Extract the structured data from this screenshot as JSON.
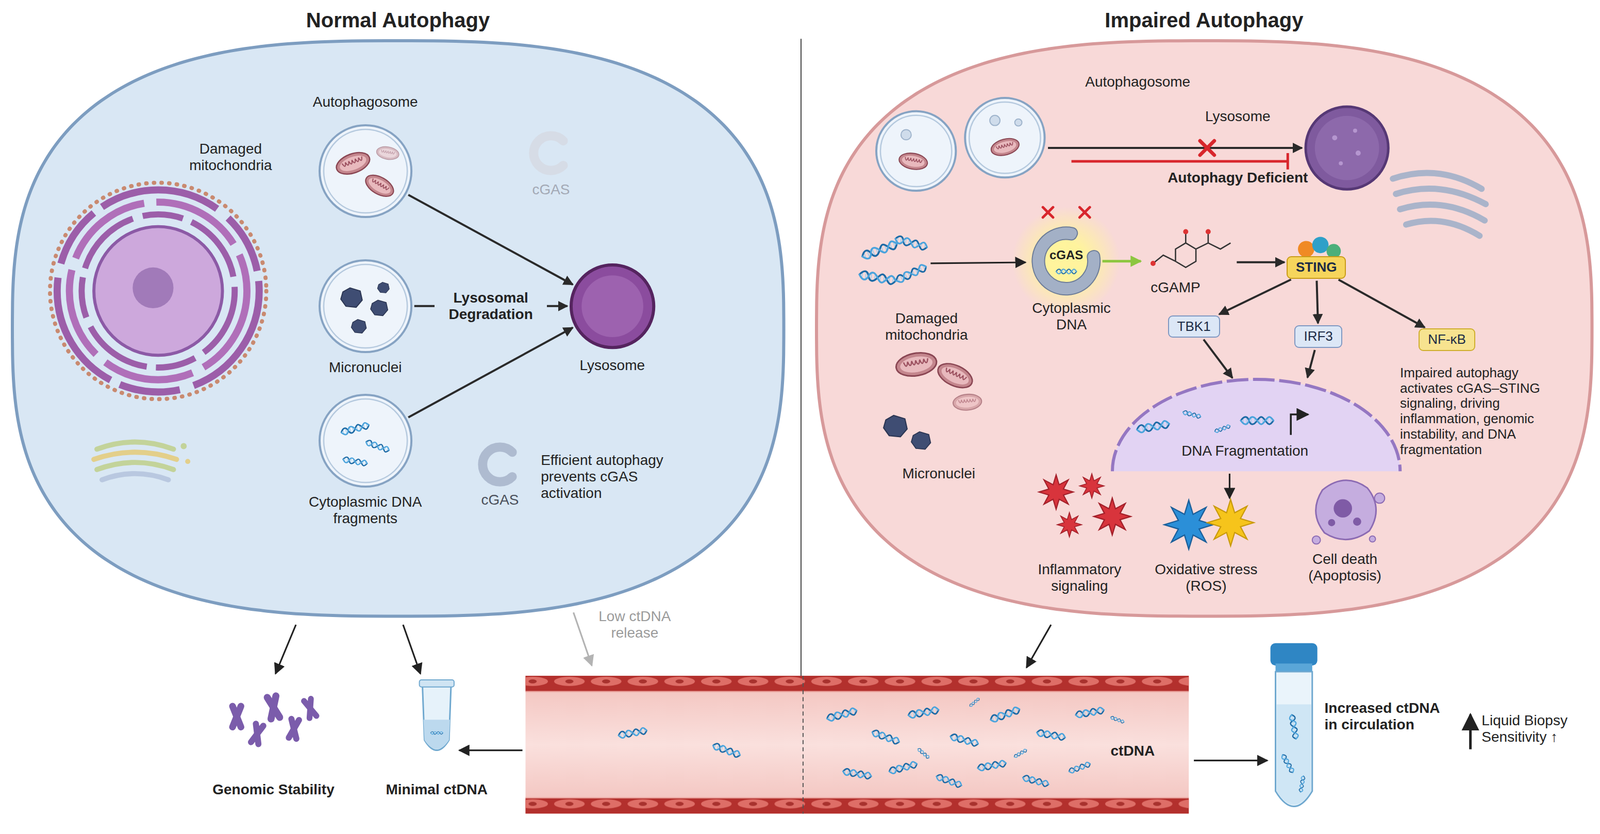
{
  "diagram": {
    "nodes": [
      {
        "text": [
          "Normal Autophagy"
        ]
      },
      {
        "text": [
          "Autophagosome",
          "Damaged mitochondria"
        ],
        "in": 0
      },
      {
        "text": [
          "Micronuclei"
        ],
        "in": 0
      },
      {
        "text": [
          "Cytoplasmic DNA fragments"
        ],
        "in": 0
      },
      {
        "text": [
          "Lysosome"
        ],
        "in": 0
      },
      {
        "text": [
          "Impaired Autophagy"
        ]
      },
      {
        "text": [
          "Autophagosome"
        ],
        "in": 5
      },
      {
        "text": [
          "Lysosome"
        ],
        "in": 5
      },
      {
        "text": [
          "cGAS",
          "Cytoplasmic DNA"
        ],
        "in": 5
      },
      {
        "text": [
          "cGAMP"
        ],
        "in": 5
      },
      {
        "text": [
          "STING"
        ],
        "in": 5
      },
      {
        "text": [
          "TBK1"
        ],
        "in": 5
      },
      {
        "text": [
          "IRF3"
        ],
        "in": 5
      },
      {
        "text": [
          "NF-κB"
        ],
        "in": 5
      },
      {
        "text": [
          "DNA Fragmentation"
        ],
        "in": 5
      }
    ],
    "edges": [
      {
        "from": 1,
        "to": 4,
        "arrow": "to"
      },
      {
        "from": 2,
        "to": 4,
        "arrow": "to",
        "label": "Lysosomal Degradation"
      },
      {
        "from": 3,
        "to": 4,
        "arrow": "to"
      },
      {
        "from": 6,
        "to": 7,
        "arrow": "to"
      },
      {
        "from": 8,
        "to": 9,
        "arrow": "to"
      },
      {
        "from": 9,
        "to": 10,
        "arrow": "to"
      },
      {
        "from": 10,
        "to": 11,
        "arrow": "to"
      },
      {
        "from": 10,
        "to": 12,
        "arrow": "to"
      },
      {
        "from": 10,
        "to": 13,
        "arrow": "to"
      },
      {
        "from": 11,
        "to": 14,
        "arrow": "to"
      },
      {
        "from": 12,
        "to": 14,
        "arrow": "to"
      }
    ],
    "labels": [
      "cGAS",
      "cGAS",
      "Efficient autophagy prevents cGAS activation",
      "Autophagy Deficient",
      "Damaged mitochondria",
      "Micronuclei",
      "Impaired autophagy activates cGAS–STING signaling, driving inflammation, genomic instability, and DNA fragmentation",
      "Inflammatory signaling",
      "Oxidative stress (ROS)",
      "Cell death (Apoptosis)",
      "Low ctDNA release",
      "Genomic Stability",
      "Minimal ctDNA",
      "ctDNA",
      "Increased ctDNA in circulation",
      "Liquid Biopsy Sensitivity ↑"
    ]
  }
}
